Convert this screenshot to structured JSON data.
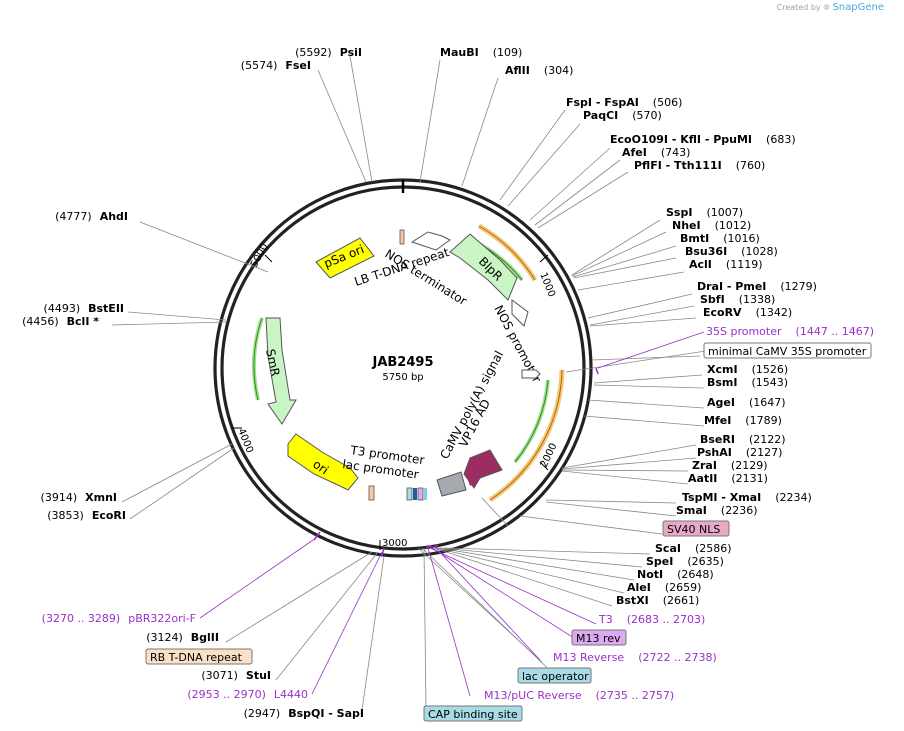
{
  "credit": {
    "prefix": "Created by",
    "brand": "SnapGene"
  },
  "plasmid": {
    "name": "JAB2495",
    "length": "5750 bp",
    "total": 5750
  },
  "ticks": [
    "1000",
    "2000",
    "3000",
    "4000",
    "5000"
  ],
  "features": [
    {
      "name": "BlpR",
      "start": 520,
      "end": 900,
      "dir": "cw",
      "color": "#c9f4c3"
    },
    {
      "name": "NOS terminator",
      "start": 260,
      "end": 520,
      "dir": "ccw",
      "color": "#ffffff"
    },
    {
      "name": "NOS promoter",
      "start": 1150,
      "end": 1260,
      "dir": "cw",
      "color": "#ffffff"
    },
    {
      "name": "VP16 AD",
      "start": 2300,
      "end": 2420,
      "dir": "ccw",
      "color": "#9b2d63"
    },
    {
      "name": "CaMV poly(A) signal",
      "start": 2440,
      "end": 2620,
      "dir": "none",
      "color": "#a5a9b0"
    },
    {
      "name": "ori",
      "start": 3330,
      "end": 3900,
      "dir": "ccw",
      "color": "#ffff00"
    },
    {
      "name": "SmR",
      "start": 4040,
      "end": 4820,
      "dir": "ccw",
      "color": "#c9f4c3"
    },
    {
      "name": "pSa ori",
      "start": 5290,
      "end": 5600,
      "dir": "none",
      "color": "#ffff00"
    },
    {
      "name": "LB T-DNA repeat",
      "start": 5748,
      "end": 5770,
      "dir": "none",
      "color": "#f4c8a8"
    }
  ],
  "feature_labels": {
    "blpr": "BlpR",
    "nos_term": "NOS terminator",
    "nos_prom": "NOS promoter",
    "polya": "CaMV poly(A) signal",
    "vp16": "VP16 AD",
    "ori": "ori",
    "smr": "SmR",
    "psa": "pSa ori",
    "lb": "LB T-DNA repeat",
    "t3": "T3 promoter",
    "lac": "lac promoter"
  },
  "enzymes_right": [
    {
      "name": "MauBI",
      "pos": "(109)"
    },
    {
      "name": "AflII",
      "pos": "(304)"
    },
    {
      "name": "FspI - FspAI",
      "pos": "(506)"
    },
    {
      "name": "PaqCI",
      "pos": "(570)"
    },
    {
      "name": "EcoO109I - KflI - PpuMI",
      "pos": "(683)"
    },
    {
      "name": "AfeI",
      "pos": "(743)"
    },
    {
      "name": "PflFI - Tth111I",
      "pos": "(760)"
    },
    {
      "name": "SspI",
      "pos": "(1007)"
    },
    {
      "name": "NheI",
      "pos": "(1012)"
    },
    {
      "name": "BmtI",
      "pos": "(1016)"
    },
    {
      "name": "Bsu36I",
      "pos": "(1028)"
    },
    {
      "name": "AclI",
      "pos": "(1119)"
    },
    {
      "name": "DraI - PmeI",
      "pos": "(1279)"
    },
    {
      "name": "SbfI",
      "pos": "(1338)"
    },
    {
      "name": "EcoRV",
      "pos": "(1342)"
    },
    {
      "name": "XcmI",
      "pos": "(1526)"
    },
    {
      "name": "BsmI",
      "pos": "(1543)"
    },
    {
      "name": "AgeI",
      "pos": "(1647)"
    },
    {
      "name": "MfeI",
      "pos": "(1789)"
    },
    {
      "name": "BseRI",
      "pos": "(2122)"
    },
    {
      "name": "PshAI",
      "pos": "(2127)"
    },
    {
      "name": "ZraI",
      "pos": "(2129)"
    },
    {
      "name": "AatII",
      "pos": "(2131)"
    },
    {
      "name": "TspMI - XmaI",
      "pos": "(2234)"
    },
    {
      "name": "SmaI",
      "pos": "(2236)"
    },
    {
      "name": "ScaI",
      "pos": "(2586)"
    },
    {
      "name": "SpeI",
      "pos": "(2635)"
    },
    {
      "name": "NotI",
      "pos": "(2648)"
    },
    {
      "name": "AleI",
      "pos": "(2659)"
    },
    {
      "name": "BstXI",
      "pos": "(2661)"
    }
  ],
  "enzymes_left": [
    {
      "name": "PsiI",
      "pos": "(5592)"
    },
    {
      "name": "FseI",
      "pos": "(5574)"
    },
    {
      "name": "AhdI",
      "pos": "(4777)"
    },
    {
      "name": "BstEII",
      "pos": "(4493)"
    },
    {
      "name": "BclI *",
      "pos": "(4456)"
    },
    {
      "name": "XmnI",
      "pos": "(3914)"
    },
    {
      "name": "EcoRI",
      "pos": "(3853)"
    },
    {
      "name": "BglII",
      "pos": "(3124)"
    },
    {
      "name": "StuI",
      "pos": "(3071)"
    },
    {
      "name": "BspQI - SapI",
      "pos": "(2947)"
    }
  ],
  "primers": [
    {
      "name": "35S promoter",
      "range": "(1447 .. 1467)"
    },
    {
      "name": "T3",
      "range": "(2683 .. 2703)"
    },
    {
      "name": "M13 Reverse",
      "range": "(2722 .. 2738)"
    },
    {
      "name": "M13/pUC Reverse",
      "range": "(2735 .. 2757)"
    },
    {
      "name": "L4440",
      "range": "(2953 .. 2970)"
    },
    {
      "name": "pBR322ori-F",
      "range": "(3270 .. 3289)"
    }
  ],
  "boxed_labels": {
    "minimal_camv": "minimal CaMV 35S promoter",
    "sv40": "SV40 NLS",
    "m13rev": "M13 rev",
    "lacop": "lac operator",
    "cap": "CAP binding site",
    "rb": "RB T-DNA repeat"
  },
  "colors": {
    "backbone": "#222222",
    "primer": "#9a2fc7",
    "orf_orange": "#f6c77a",
    "orf_green": "#2e8b1f",
    "sv40_fill": "#e8a9c6",
    "m13rev_fill": "#dcaaf0",
    "lacop_fill": "#a9dbe6",
    "rb_fill": "#fbe0c6"
  }
}
